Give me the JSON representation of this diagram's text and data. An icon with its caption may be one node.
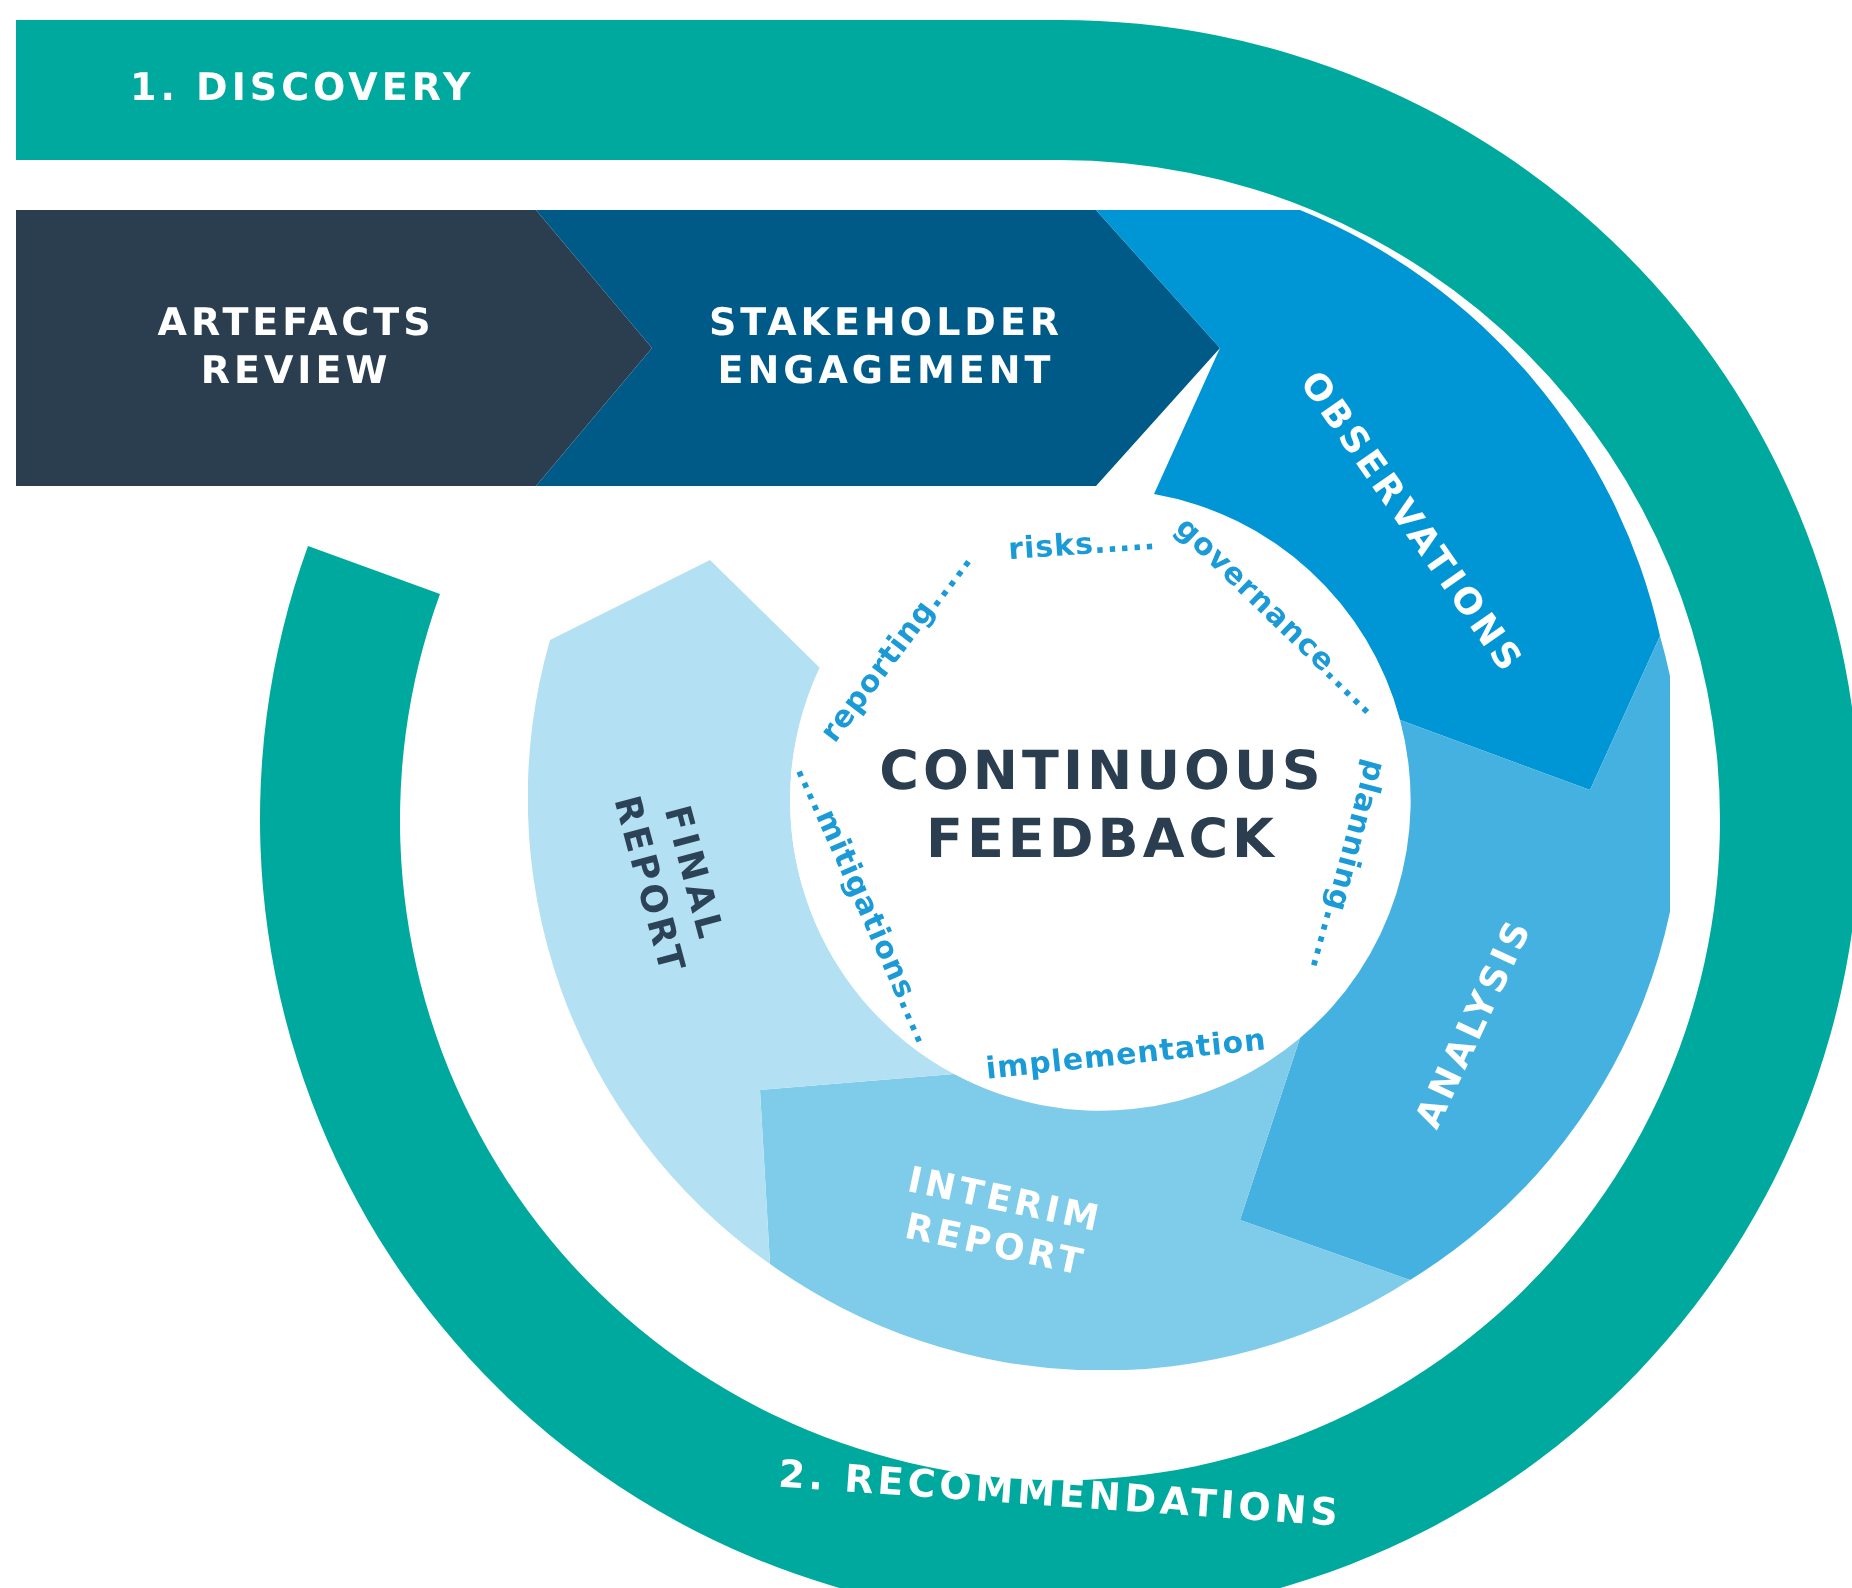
{
  "diagram": {
    "nodes": [
      {
        "text": [
          "1. DISCOVERY"
        ]
      },
      {
        "text": [
          "ARTEFACTS REVIEW"
        ]
      },
      {
        "text": [
          "STAKEHOLDER ENGAGEMENT"
        ]
      },
      {
        "text": [
          "OBSERVATIONS"
        ]
      },
      {
        "text": [
          "ANALYSIS"
        ]
      },
      {
        "text": [
          "INTERIM REPORT"
        ]
      },
      {
        "text": [
          "FINAL REPORT"
        ]
      },
      {
        "text": [
          "CONTINUOUS FEEDBACK",
          "reporting.....",
          "risks.....",
          "governance.....",
          "planning.....",
          "implementation",
          "....mitigations...."
        ]
      },
      {
        "text": [
          "2. RECOMMENDATIONS"
        ]
      }
    ]
  }
}
